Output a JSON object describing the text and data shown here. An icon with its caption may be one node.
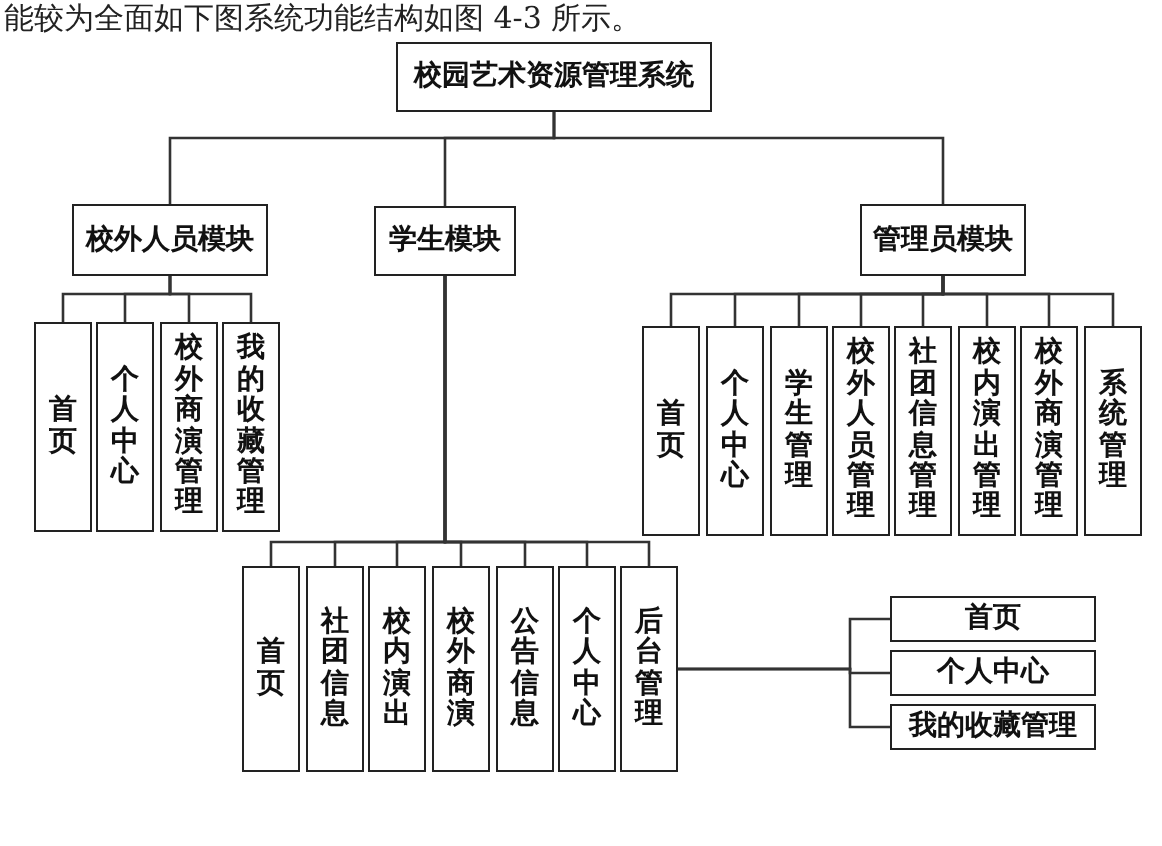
{
  "diagram": {
    "nodes": [
      {
        "text": [
          "校园艺术资源管理系统"
        ]
      },
      {
        "text": [
          "校外人员模块"
        ]
      },
      {
        "text": [
          "学生模块"
        ]
      },
      {
        "text": [
          "管理员模块"
        ]
      },
      {
        "text": [
          "首页"
        ]
      },
      {
        "text": [
          "个人中心"
        ]
      },
      {
        "text": [
          "校外商演管理"
        ]
      },
      {
        "text": [
          "我的收藏管理"
        ]
      },
      {
        "text": [
          "首页"
        ]
      },
      {
        "text": [
          "个人中心"
        ]
      },
      {
        "text": [
          "学生管理"
        ]
      },
      {
        "text": [
          "校外人员管理"
        ]
      },
      {
        "text": [
          "社团信息管理"
        ]
      },
      {
        "text": [
          "校内演出管理"
        ]
      },
      {
        "text": [
          "校外商演管理"
        ]
      },
      {
        "text": [
          "系统管理"
        ]
      },
      {
        "text": [
          "首页"
        ]
      },
      {
        "text": [
          "社团信息"
        ]
      },
      {
        "text": [
          "校内演出"
        ]
      },
      {
        "text": [
          "校外商演"
        ]
      },
      {
        "text": [
          "公告信息"
        ]
      },
      {
        "text": [
          "个人中心"
        ]
      },
      {
        "text": [
          "后台管理"
        ]
      },
      {
        "text": [
          "首页"
        ]
      },
      {
        "text": [
          "个人中心"
        ]
      },
      {
        "text": [
          "我的收藏管理"
        ]
      }
    ],
    "edges": [
      {
        "from": 0,
        "to": 1,
        "arrow": "none"
      },
      {
        "from": 0,
        "to": 2,
        "arrow": "none"
      },
      {
        "from": 0,
        "to": 3,
        "arrow": "none"
      },
      {
        "from": 1,
        "to": 4,
        "arrow": "none"
      },
      {
        "from": 1,
        "to": 5,
        "arrow": "none"
      },
      {
        "from": 1,
        "to": 6,
        "arrow": "none"
      },
      {
        "from": 1,
        "to": 7,
        "arrow": "none"
      },
      {
        "from": 3,
        "to": 8,
        "arrow": "none"
      },
      {
        "from": 3,
        "to": 9,
        "arrow": "none"
      },
      {
        "from": 3,
        "to": 10,
        "arrow": "none"
      },
      {
        "from": 3,
        "to": 11,
        "arrow": "none"
      },
      {
        "from": 3,
        "to": 12,
        "arrow": "none"
      },
      {
        "from": 3,
        "to": 13,
        "arrow": "none"
      },
      {
        "from": 3,
        "to": 14,
        "arrow": "none"
      },
      {
        "from": 3,
        "to": 15,
        "arrow": "none"
      },
      {
        "from": 2,
        "to": 16,
        "arrow": "none"
      },
      {
        "from": 2,
        "to": 17,
        "arrow": "none"
      },
      {
        "from": 2,
        "to": 18,
        "arrow": "none"
      },
      {
        "from": 2,
        "to": 19,
        "arrow": "none"
      },
      {
        "from": 2,
        "to": 20,
        "arrow": "none"
      },
      {
        "from": 2,
        "to": 21,
        "arrow": "none"
      },
      {
        "from": 2,
        "to": 22,
        "arrow": "none"
      },
      {
        "from": 22,
        "to": 23,
        "arrow": "none"
      },
      {
        "from": 22,
        "to": 24,
        "arrow": "none"
      },
      {
        "from": 22,
        "to": 25,
        "arrow": "none"
      }
    ],
    "labels": [
      "能较为全面如下图系统功能结构如图 4-3 所示。"
    ]
  }
}
